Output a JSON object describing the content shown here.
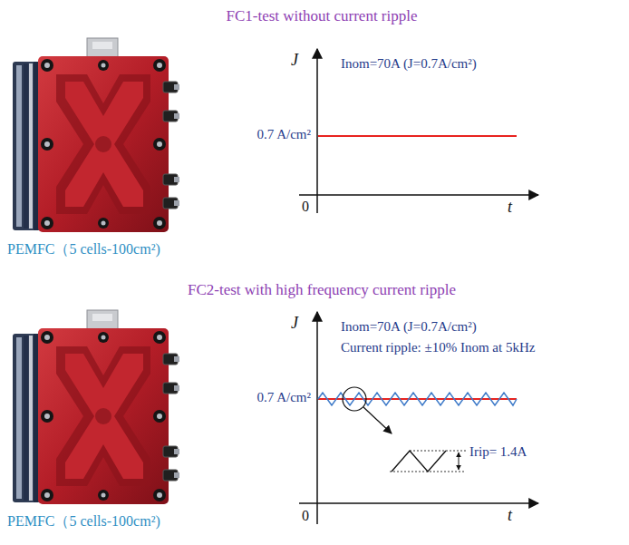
{
  "diagram": {
    "labels": [
      "FC1-test without current ripple",
      "PEMFC（5 cells-100cm²)",
      "J",
      "Inom=70A (J=0.7A/cm²)",
      "0.7 A/cm²",
      "0",
      "t",
      "FC2-test with high frequency current ripple",
      "PEMFC（5 cells-100cm²)",
      "J",
      "Inom=70A (J=0.7A/cm²)",
      "Current ripple: ±10% Inom at 5kHz",
      "0.7 A/cm²",
      "Irip= 1.4A",
      "0",
      "t"
    ]
  }
}
